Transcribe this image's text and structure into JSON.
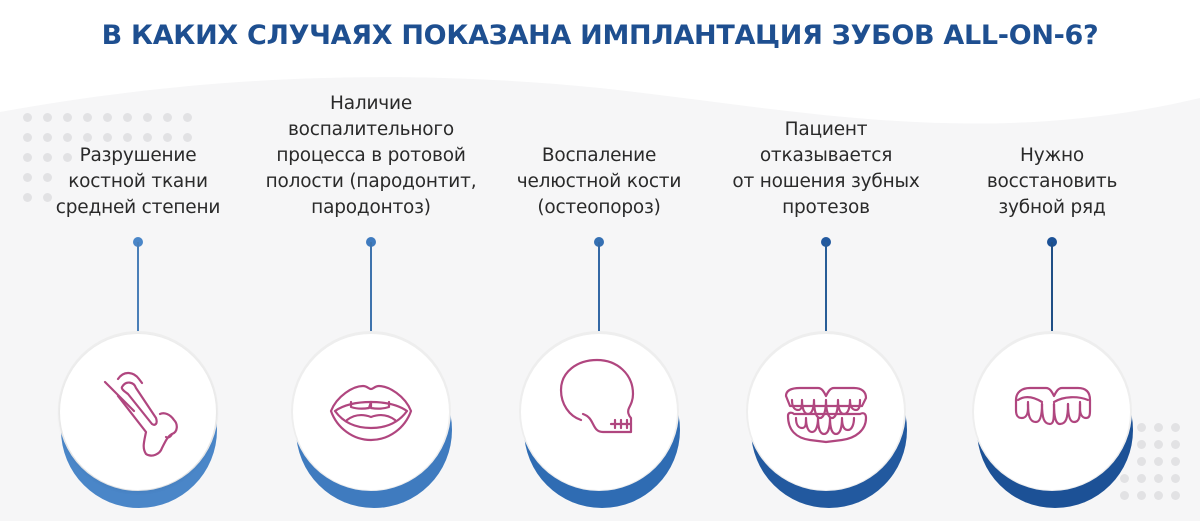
{
  "title": "В КАКИХ СЛУЧАЯХ ПОКАЗАНА ИМПЛАНТАЦИЯ ЗУБОВ ALL-ON-6?",
  "colors": {
    "title": "#1e4f90",
    "icon_stroke": "#b0467f",
    "background_band": "#f6f6f7",
    "dot_grid": "#e2e2e4"
  },
  "items": [
    {
      "lines": [
        "Разрушение",
        "костной ткани",
        "средней степени"
      ],
      "icon": "bone-fracture-icon",
      "accent": "#4a86c8"
    },
    {
      "lines": [
        "Наличие",
        "воспалительного",
        "процесса в ротовой",
        "полости (пародонтит,",
        "пародонтоз)"
      ],
      "icon": "open-mouth-icon",
      "accent": "#3f7bbf"
    },
    {
      "lines": [
        "Воспаление",
        "челюстной кости",
        "(остеопороз)"
      ],
      "icon": "skull-icon",
      "accent": "#3570b3"
    },
    {
      "lines": [
        "Пациент",
        "отказывается",
        "от ношения зубных",
        "протезов"
      ],
      "icon": "dentures-icon",
      "accent": "#22599f"
    },
    {
      "lines": [
        "Нужно",
        "восстановить",
        "зубной ряд"
      ],
      "icon": "tooth-row-icon",
      "accent": "#1c5196"
    }
  ]
}
